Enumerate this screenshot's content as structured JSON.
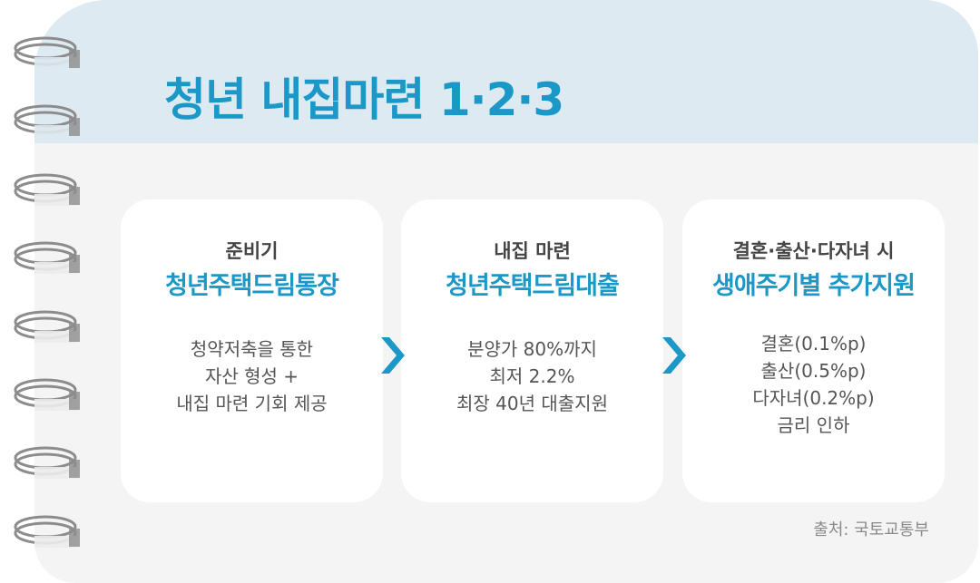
{
  "title": "청년 내집마련 1·2·3",
  "cards": [
    {
      "stage": "준비기",
      "product": "청년주택드림통장",
      "desc": [
        "청약저축을 통한",
        "자산 형성 +",
        "내집 마련 기회 제공"
      ]
    },
    {
      "stage": "내집 마련",
      "product": "청년주택드림대출",
      "desc": [
        "분양가 80%까지",
        "최저 2.2%",
        "최장 40년 대출지원"
      ]
    },
    {
      "stage": "결혼·출산·다자녀 시",
      "product": "생애주기별 추가지원",
      "desc": [
        "결혼(0.1%p)",
        "출산(0.5%p)",
        "다자녀(0.2%p)",
        "금리 인하"
      ]
    }
  ],
  "source": "출처: 국토교통부",
  "colors": {
    "accent": "#1b98c7",
    "header_bg": "#deeaf1",
    "body_bg": "#f4f4f4",
    "ring": "#8c8c8c"
  },
  "icons": {
    "arrow": "chevron-right-icon",
    "ring": "spiral-ring-icon"
  }
}
